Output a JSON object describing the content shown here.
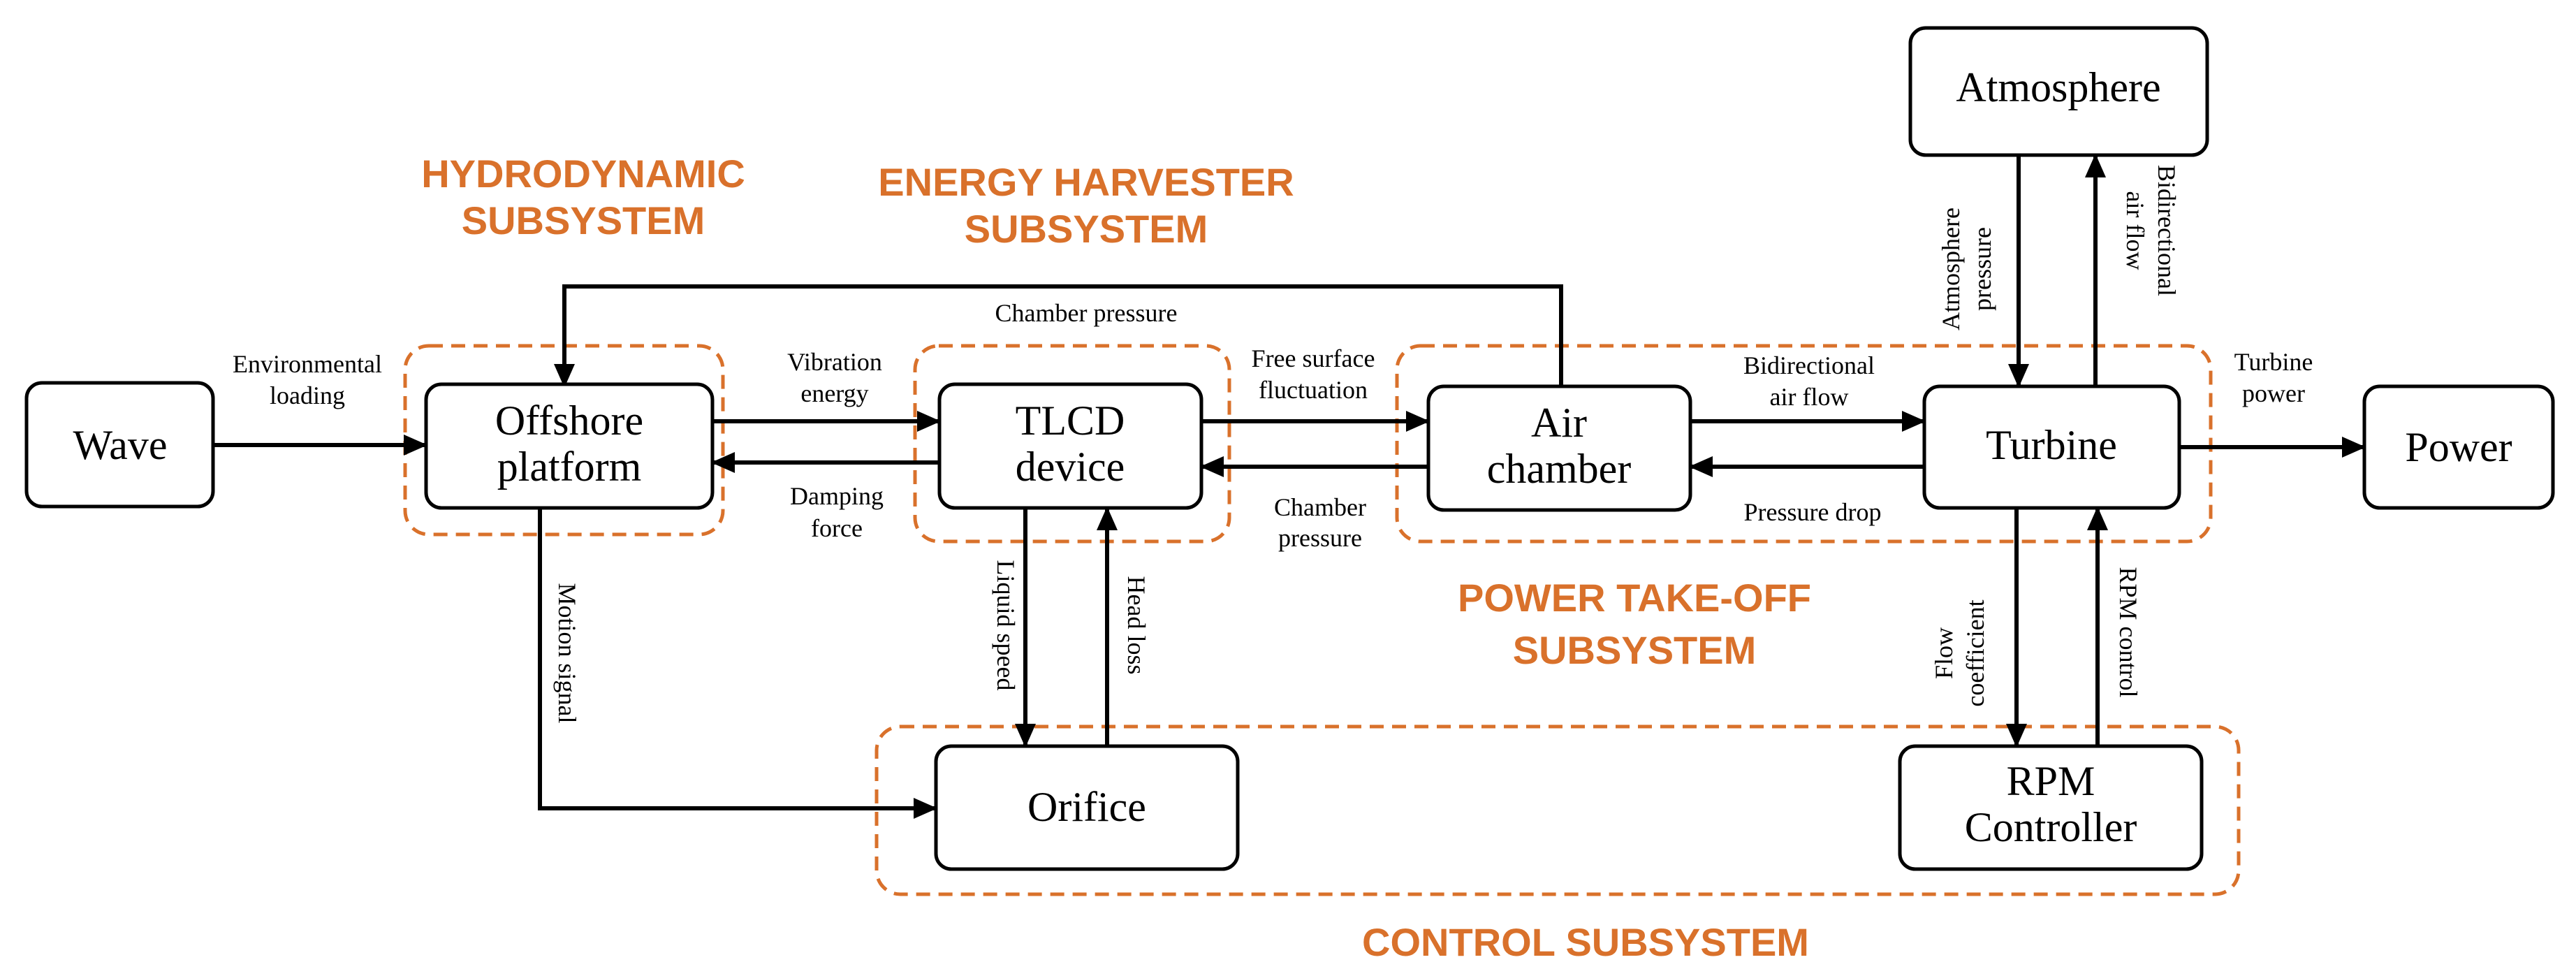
{
  "nodes": {
    "wave": "Wave",
    "offshore_1": "Offshore",
    "offshore_2": "platform",
    "tlcd_1": "TLCD",
    "tlcd_2": "device",
    "air_1": "Air",
    "air_2": "chamber",
    "turbine": "Turbine",
    "power": "Power",
    "atmosphere": "Atmosphere",
    "orifice": "Orifice",
    "rpm_1": "RPM",
    "rpm_2": "Controller"
  },
  "subsystems": {
    "hydrodynamic_1": "HYDRODYNAMIC",
    "hydrodynamic_2": "SUBSYSTEM",
    "energy_1": "ENERGY HARVESTER",
    "energy_2": "SUBSYSTEM",
    "pto_1": "POWER TAKE-OFF",
    "pto_2": "SUBSYSTEM",
    "control": "CONTROL SUBSYSTEM"
  },
  "edges": {
    "env_1": "Environmental",
    "env_2": "loading",
    "vib_1": "Vibration",
    "vib_2": "energy",
    "damp_1": "Damping",
    "damp_2": "force",
    "free_1": "Free surface",
    "free_2": "fluctuation",
    "chamber_top": "Chamber pressure",
    "chamber_1": "Chamber",
    "chamber_2": "pressure",
    "bidir_h_1": "Bidirectional",
    "bidir_h_2": "air flow",
    "pressure_drop": "Pressure drop",
    "turbine_power_1": "Turbine",
    "turbine_power_2": "power",
    "atm_pressure_1": "Atmosphere",
    "atm_pressure_2": "pressure",
    "bidir_v_1": "Bidirectional",
    "bidir_v_2": "air flow",
    "motion": "Motion signal",
    "liquid": "Liquid speed",
    "head": "Head loss",
    "flow_1": "Flow",
    "flow_2": "coefficient",
    "rpm_ctrl": "RPM control"
  },
  "colors": {
    "accent": "#d9712b",
    "line": "#000000"
  }
}
